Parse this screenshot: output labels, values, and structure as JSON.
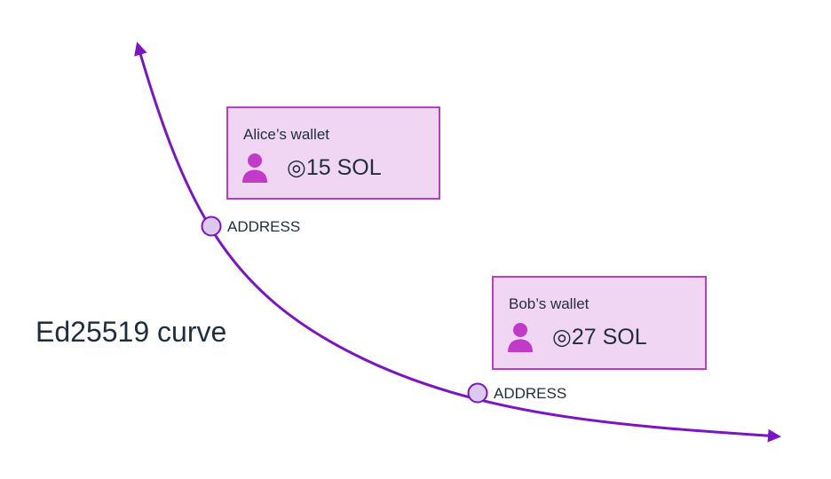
{
  "curve": {
    "label": "Ed25519 curve",
    "color": "#7a14c4"
  },
  "wallets": [
    {
      "title": "Alice’s wallet",
      "balance": "◎15 SOL",
      "address_label": "ADDRESS"
    },
    {
      "title": "Bob’s wallet",
      "balance": "◎27 SOL",
      "address_label": "ADDRESS"
    }
  ],
  "colors": {
    "wallet_border": "#b93ec0",
    "wallet_fill": "#f1d6f3",
    "person_icon": "#c13ac9",
    "address_dot_fill": "#ddc9f0",
    "address_dot_stroke": "#7a14c4"
  }
}
